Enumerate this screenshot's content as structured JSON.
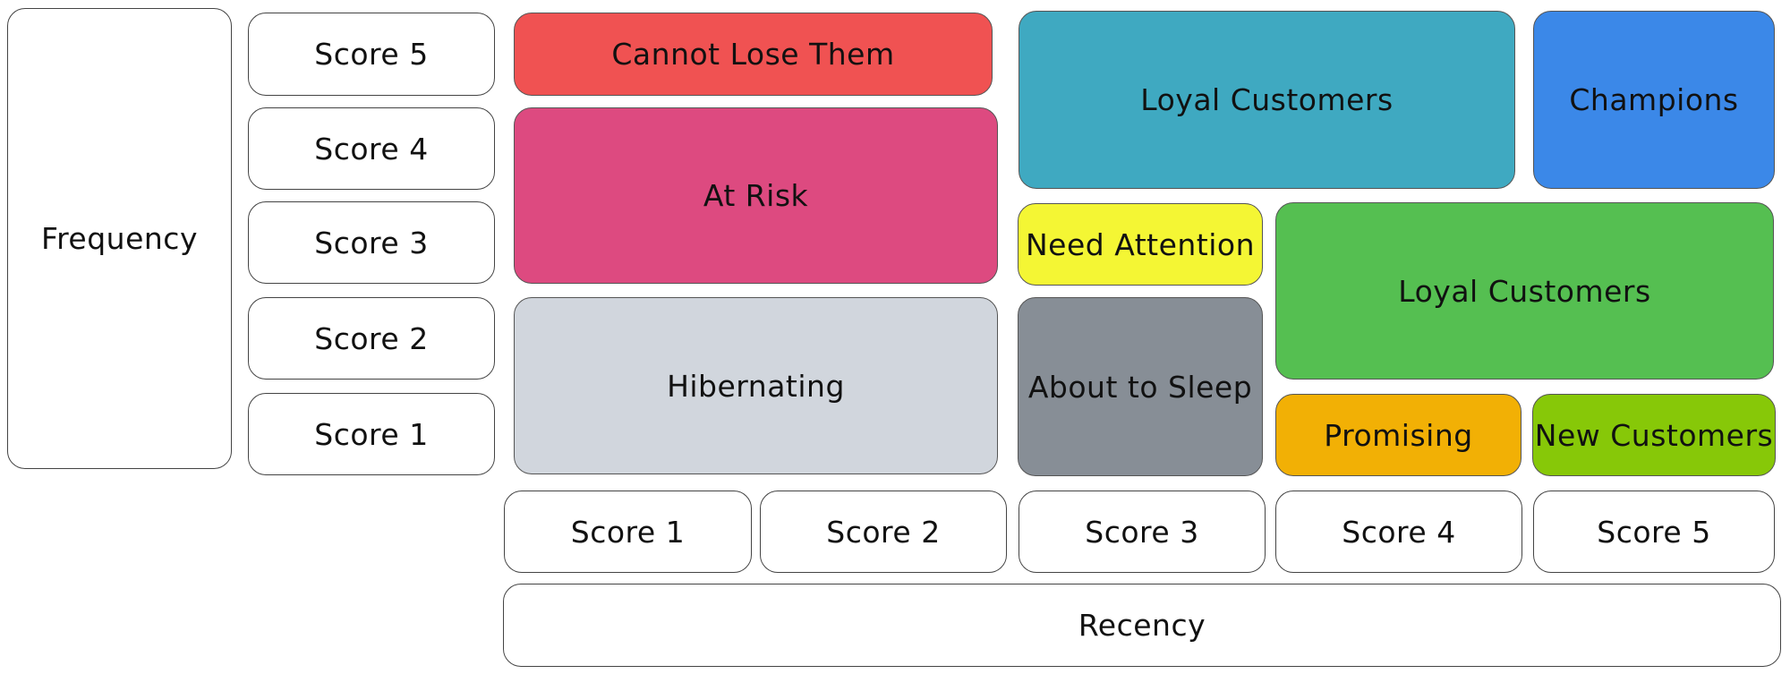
{
  "axes": {
    "frequency_label": "Frequency",
    "recency_label": "Recency",
    "frequency_scores": [
      "Score 5",
      "Score 4",
      "Score 3",
      "Score 2",
      "Score 1"
    ],
    "recency_scores": [
      "Score 1",
      "Score 2",
      "Score 3",
      "Score 4",
      "Score 5"
    ]
  },
  "segments": {
    "cannot_lose_them": {
      "label": "Cannot Lose Them",
      "color": "#f05252"
    },
    "at_risk": {
      "label": "At Risk",
      "color": "#dd4a80"
    },
    "hibernating": {
      "label": "Hibernating",
      "color": "#d1d6dd"
    },
    "loyal_customers_top": {
      "label": "Loyal Customers",
      "color": "#3fa9c1"
    },
    "champions": {
      "label": "Champions",
      "color": "#3b88e8"
    },
    "need_attention": {
      "label": "Need Attention",
      "color": "#f4f634"
    },
    "about_to_sleep": {
      "label": "About to Sleep",
      "color": "#878e96"
    },
    "loyal_customers_mid": {
      "label": "Loyal Customers",
      "color": "#55bf51"
    },
    "promising": {
      "label": "Promising",
      "color": "#f2b005"
    },
    "new_customers": {
      "label": "New Customers",
      "color": "#87c808"
    }
  }
}
